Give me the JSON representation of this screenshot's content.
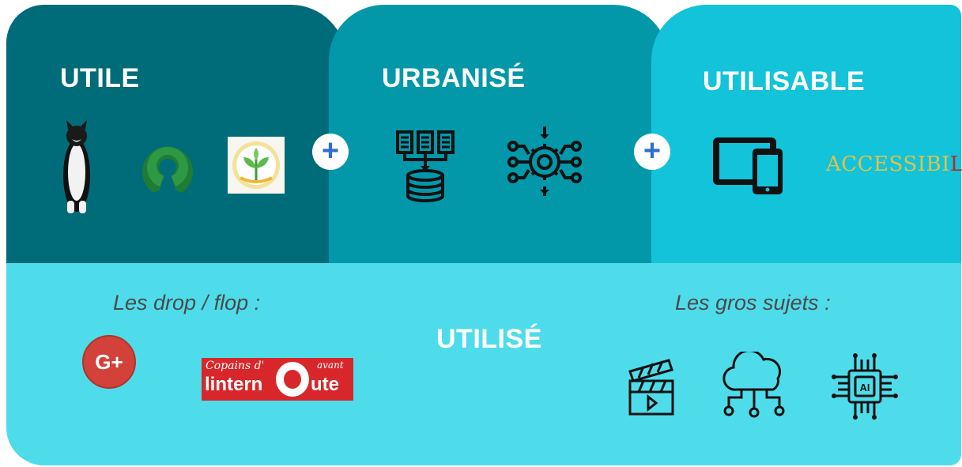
{
  "columns": [
    {
      "title": "UTILE",
      "color": "#006c79"
    },
    {
      "title": "URBANISÉ",
      "color": "#0298a9"
    },
    {
      "title": "UTILISABLE",
      "color": "#12c3da"
    }
  ],
  "plus_sign": "+",
  "accessibility": {
    "prefix": "ACCESSIBI",
    "suffix": "LITÉ"
  },
  "bottom": {
    "title": "UTILISÉ",
    "color": "#4fdcea",
    "left_caption": "Les drop / flop :",
    "right_caption": "Les gros sujets :",
    "gplus": "G+",
    "copains": {
      "line1": "Copains d'",
      "line2": "avant",
      "line3": "lintern",
      "line4": "ute"
    },
    "ai_label": "AI"
  },
  "icons": [
    "cat-image",
    "open-source-icon",
    "agriculture-logo",
    "database-merge-icon",
    "gear-network-icon",
    "devices-icon",
    "google-plus-logo",
    "copains-davant-logo",
    "clapperboard-icon",
    "cloud-network-icon",
    "ai-chip-icon"
  ]
}
